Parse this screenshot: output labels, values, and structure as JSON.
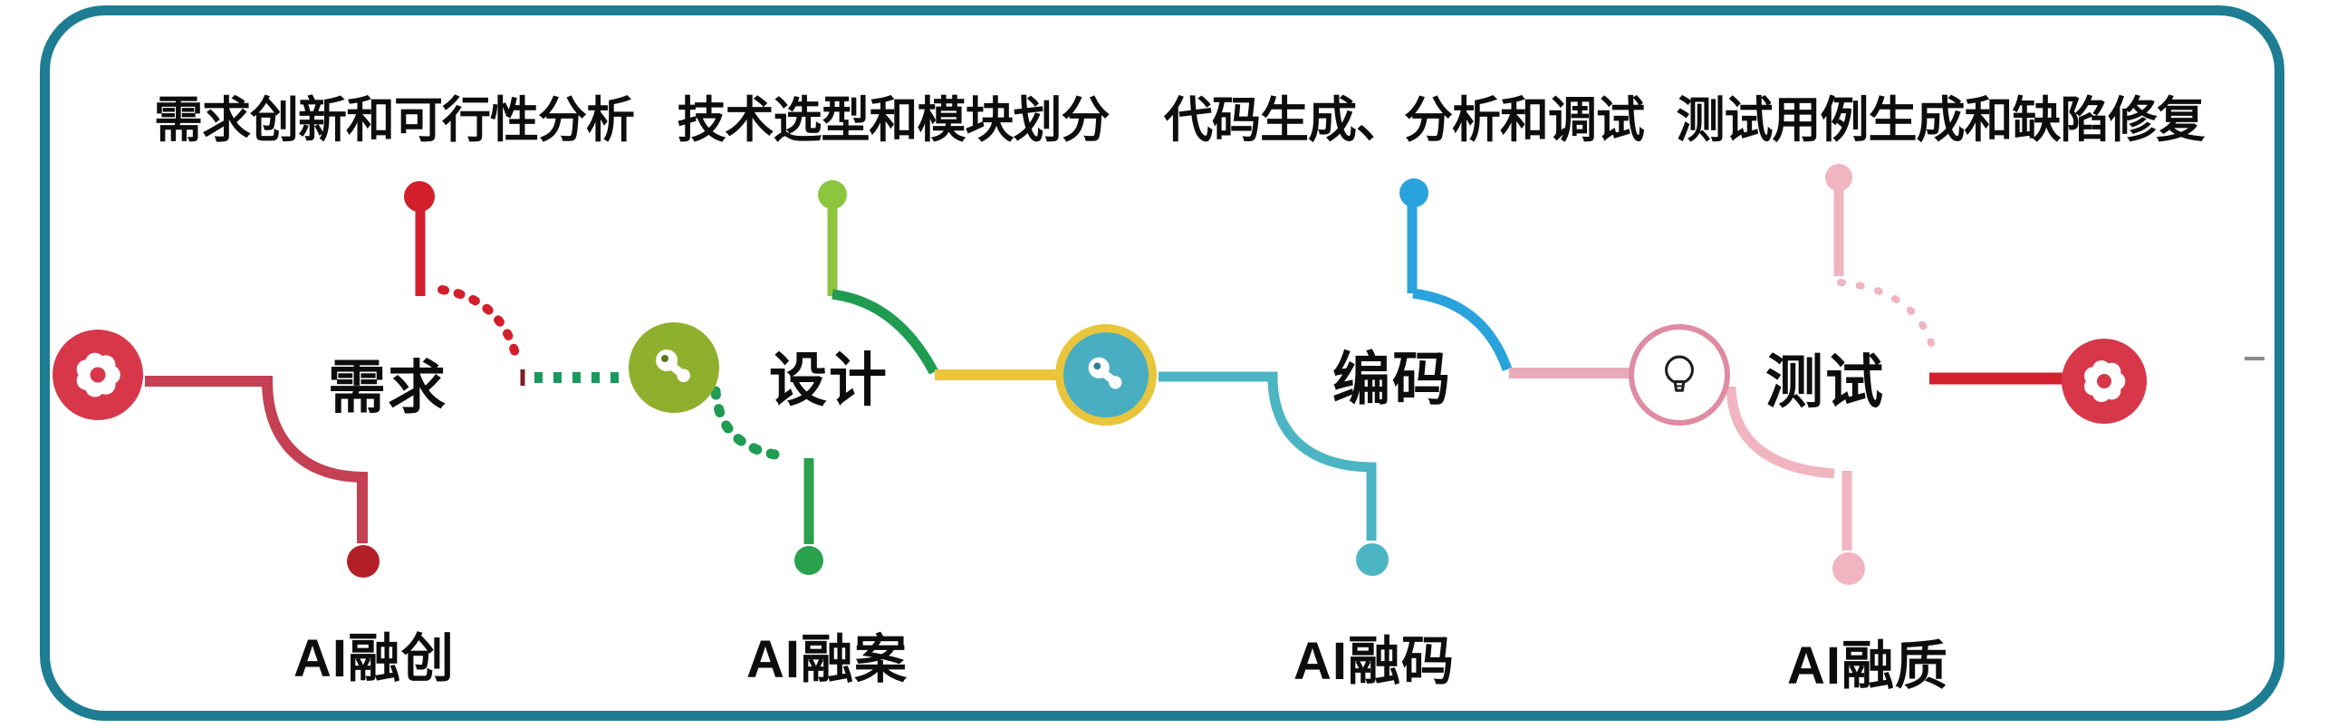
{
  "stages": [
    {
      "header": "需求创新和可行性分析",
      "label": "需求",
      "ai_label": "AI融创"
    },
    {
      "header": "技术选型和模块划分",
      "label": "设计",
      "ai_label": "AI融案"
    },
    {
      "header": "代码生成、分析和调试",
      "label": "编码",
      "ai_label": "AI融码"
    },
    {
      "header": "测试用例生成和缺陷修复",
      "label": "测试",
      "ai_label": "AI融质"
    }
  ],
  "nodes": [
    {
      "icon": "gear-icon"
    },
    {
      "icon": "key-icon"
    },
    {
      "icon": "key-icon"
    },
    {
      "icon": "lightbulb-icon"
    },
    {
      "icon": "gear-icon"
    }
  ],
  "colors": {
    "border": "#1e7d92",
    "ink": "#0d0d0d",
    "red-circle": "#d8374a",
    "red-line": "#c44052",
    "red-top": "#d31f2b",
    "red-bottom": "#b21f27",
    "red-solid": "#d2222f",
    "stub": "#7a2024",
    "lgreen": "#8cc63f",
    "dgreen": "#1f9b52",
    "green-dots": "#199a5e",
    "green-circle": "#8fb02c",
    "green-bottom": "#2aa14d",
    "yellow": "#ecc438",
    "blue": "#2aa3dc",
    "teal": "#4bb5c4",
    "teal-circle": "#49aec2",
    "yellow-ring": "#e9c53b",
    "pink-line": "#e8a9ba",
    "pink-ring": "#df8ba1",
    "pink": "#f0b5c0",
    "bulb": "#1f1f1f",
    "keyhole-green": "#5c7a18",
    "keyhole-teal": "#2c7f93",
    "stray": "#8b8b8b"
  }
}
